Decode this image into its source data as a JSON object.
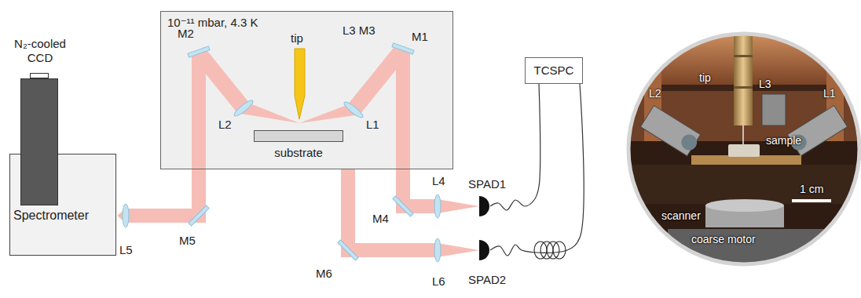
{
  "diagram": {
    "nodes": [
      {
        "text": [
          "10⁻¹¹ mbar, 4.3 K"
        ]
      },
      {
        "text": [
          "substrate"
        ],
        "in": 0
      },
      {
        "text": [
          "N₂-cooled CCD"
        ]
      },
      {
        "text": [
          "Spectrometer"
        ]
      },
      {
        "text": [
          "TCSPC"
        ]
      },
      {
        "text": [
          "SPAD1"
        ]
      },
      {
        "text": [
          "SPAD2"
        ]
      }
    ],
    "edges": [
      {
        "from": 4,
        "to": 5,
        "arrow": "none"
      },
      {
        "from": 4,
        "to": 6,
        "arrow": "none"
      }
    ],
    "labels": [
      "tip",
      "L3 M3",
      "M2",
      "M1",
      "L2",
      "L1",
      "L5",
      "M5",
      "M4",
      "L4",
      "M6",
      "L6",
      "tip",
      "L3",
      "L2",
      "L1",
      "sample",
      "scanner",
      "coarse motor",
      "1 cm"
    ]
  }
}
